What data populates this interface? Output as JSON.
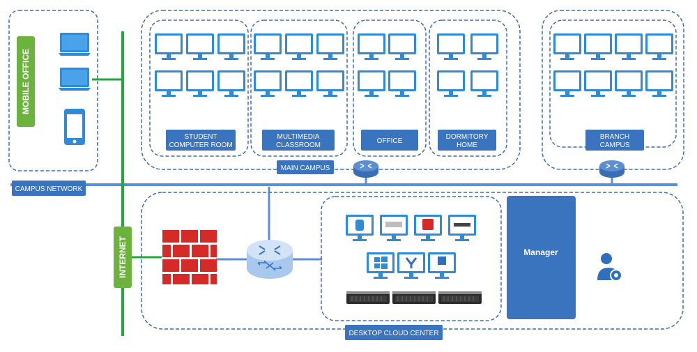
{
  "colors": {
    "accent_blue": "#3a74be",
    "screen_blue": "#2f8ad8",
    "network_line": "#5a8fd6",
    "internet_green": "#22a83a",
    "label_green": "#6cb33e",
    "firewall_red": "#d42a28",
    "dashed_border": "#3a6db5"
  },
  "labels": {
    "mobile_office": "MOBILE OFFICE",
    "internet": "INTERNET",
    "campus_network": "CAMPUS NETWORK",
    "main_campus": "MAIN CAMPUS",
    "student_room_1": "STUDENT",
    "student_room_2": "COMPUTER ROOM",
    "multimedia_1": "MULTIMEDIA",
    "multimedia_2": "CLASSROOM",
    "office": "OFFICE",
    "dormitory_1": "DORMITORY",
    "dormitory_2": "HOME",
    "branch_1": "BRANCH",
    "branch_2": "CAMPUS",
    "manager": "Manager",
    "desktop_cloud_center": "DESKTOP CLOUD CENTER"
  },
  "icons": [
    "laptop-icon",
    "tablet-icon",
    "monitor-icon",
    "router-icon",
    "firewall-icon",
    "core-switch-icon",
    "server-icon",
    "admin-user-icon",
    "windows-logo-icon",
    "app-logo-icon"
  ]
}
